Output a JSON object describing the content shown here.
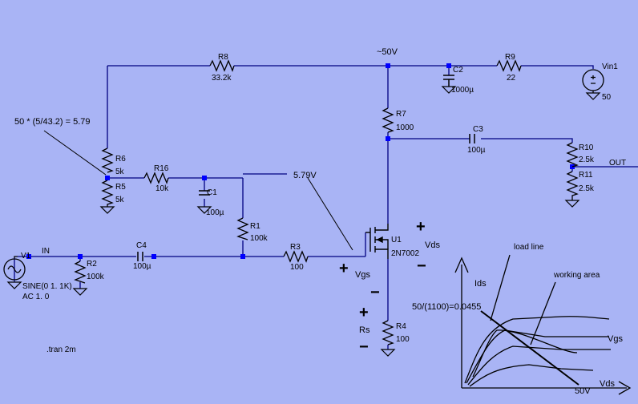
{
  "labels": {
    "node_top": "~50V",
    "r8_name": "R8",
    "r8_val": "33.2k",
    "r9_name": "R9",
    "r9_val": "22",
    "c2_name": "C2",
    "c2_val": "1000µ",
    "vin1_name": "Vin1",
    "vin1_val": "50",
    "r7_name": "R7",
    "r7_val": "1000",
    "c3_name": "C3",
    "c3_val": "100µ",
    "r10_name": "R10",
    "r10_val": "2.5k",
    "r11_name": "R11",
    "r11_val": "2.5k",
    "out": "OUT",
    "r6_name": "R6",
    "r6_val": "5k",
    "r5_name": "R5",
    "r5_val": "5k",
    "r16_name": "R16",
    "r16_val": "10k",
    "c1_name": "C1",
    "c1_val": "100µ",
    "formula": "50 * (5/43.2) = 5.79",
    "gate_bias": "5.79V",
    "r1_name": "R1",
    "r1_val": "100k",
    "v1_name": "V1",
    "in": "IN",
    "r2_name": "R2",
    "r2_val": "100k",
    "c4_name": "C4",
    "c4_val": "100µ",
    "r3_name": "R3",
    "r3_val": "100",
    "u1_name": "U1",
    "u1_val": "2N7002",
    "vds": "Vds",
    "vgs": "Vgs",
    "rs": "Rs",
    "r4_name": "R4",
    "r4_val": "100",
    "sine": "SINE(0 1. 1K)",
    "ac": "AC 1. 0",
    "tran": ".tran 2m",
    "plus": "+",
    "minus": "−"
  },
  "inset": {
    "load_line": "load line",
    "working_area": "working area",
    "ids": "Ids",
    "current_formula": "50/(1100)=0.0455",
    "vgs": "Vgs",
    "vds": "Vds",
    "v50": "50V"
  },
  "colors": {
    "background": "#a9b4f5",
    "wire": "#000080",
    "component": "#000000",
    "node_dot": "#0000ff"
  }
}
